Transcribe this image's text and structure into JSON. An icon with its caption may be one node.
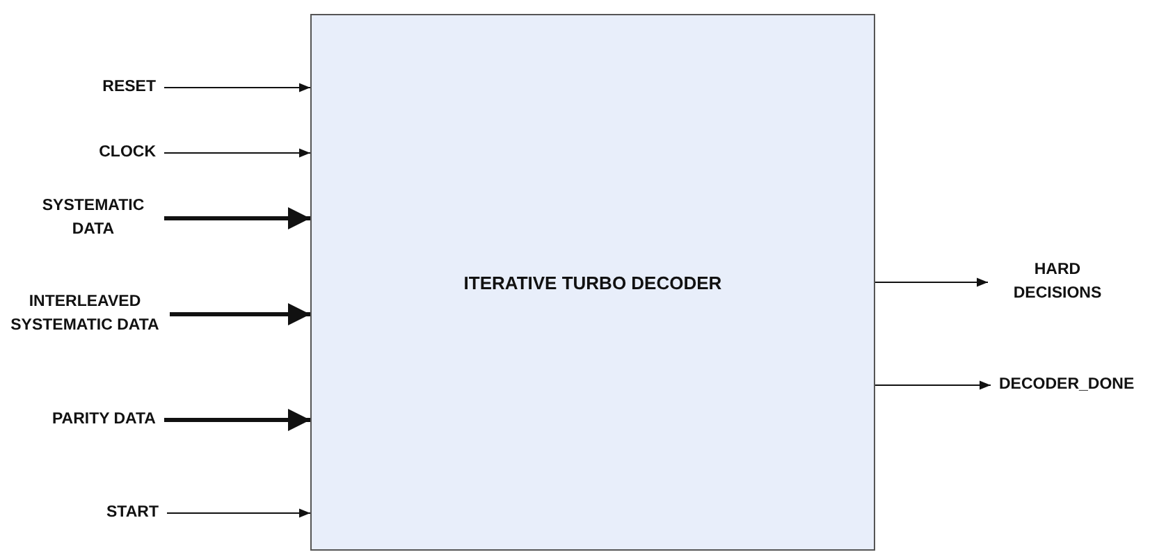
{
  "diagram": {
    "nodes": [
      {
        "text": [
          "ITERATIVE TURBO DECODER"
        ]
      },
      {
        "text": [
          "RESET"
        ]
      },
      {
        "text": [
          "CLOCK"
        ]
      },
      {
        "text": [
          "SYSTEMATIC DATA"
        ]
      },
      {
        "text": [
          "INTERLEAVED SYSTEMATIC DATA"
        ]
      },
      {
        "text": [
          "PARITY DATA"
        ]
      },
      {
        "text": [
          "START"
        ]
      },
      {
        "text": [
          "HARD DECISIONS"
        ]
      },
      {
        "text": [
          "DECODER_DONE"
        ]
      }
    ],
    "edges": [
      {
        "from": 1,
        "to": 0,
        "arrow": "to"
      },
      {
        "from": 2,
        "to": 0,
        "arrow": "to"
      },
      {
        "from": 3,
        "to": 0,
        "arrow": "to",
        "style": "thick"
      },
      {
        "from": 4,
        "to": 0,
        "arrow": "to",
        "style": "thick"
      },
      {
        "from": 5,
        "to": 0,
        "arrow": "to",
        "style": "thick"
      },
      {
        "from": 6,
        "to": 0,
        "arrow": "to"
      },
      {
        "from": 0,
        "to": 7,
        "arrow": "to"
      },
      {
        "from": 0,
        "to": 8,
        "arrow": "to"
      }
    ]
  }
}
